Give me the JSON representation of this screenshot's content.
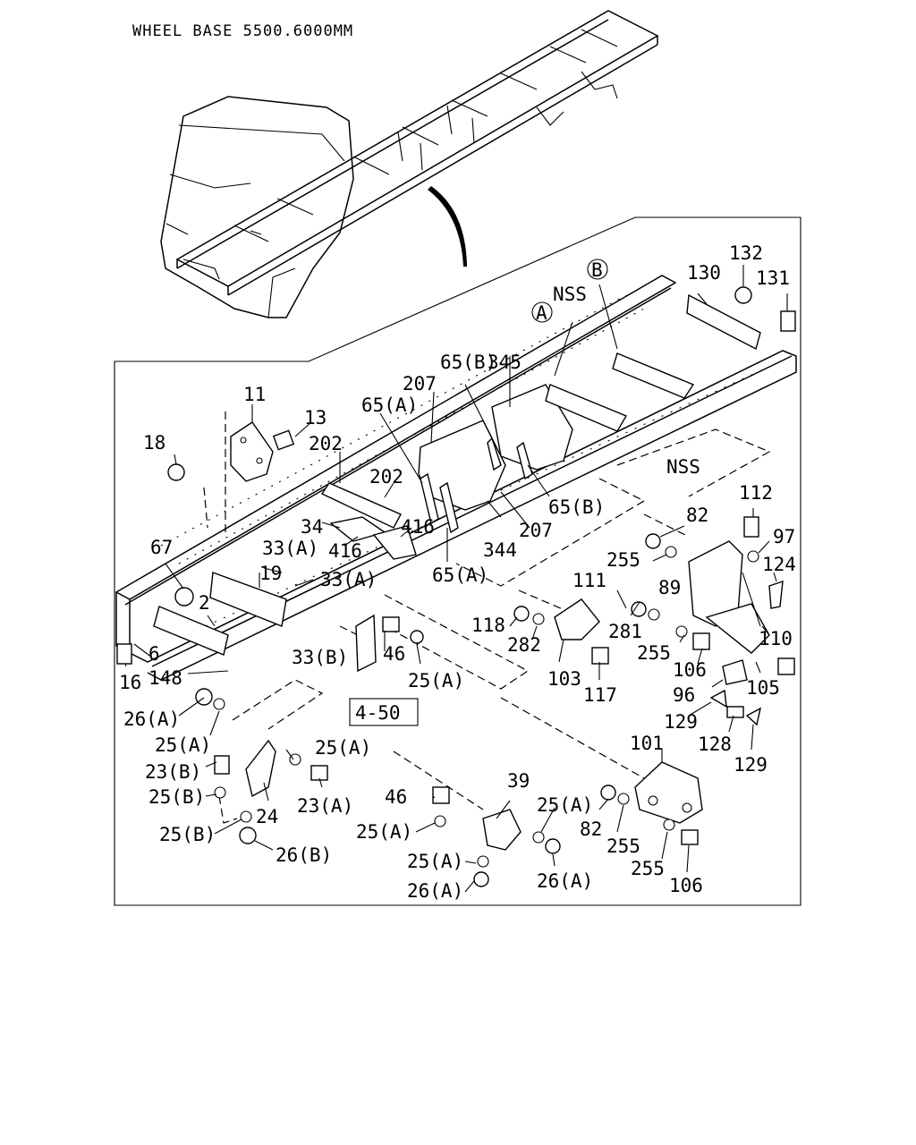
{
  "title": "WHEEL BASE 5500.6000MM",
  "reference_box": "4-50",
  "circle_markers": [
    "A",
    "B"
  ],
  "labels": {
    "l11": "11",
    "l13": "13",
    "l18": "18",
    "l202a": "202",
    "l202b": "202",
    "l207a": "207",
    "l207b": "207",
    "l65Aa": "65(A)",
    "l65Ab": "65(A)",
    "l65Ba": "65(B)",
    "l65Bb": "65(B)",
    "l345": "345",
    "l344": "344",
    "l34": "34",
    "l416a": "416",
    "l416b": "416",
    "lNSS1": "NSS",
    "lNSS2": "NSS",
    "l130": "130",
    "l132": "132",
    "l131": "131",
    "l67": "67",
    "l33Aa": "33(A)",
    "l33Ab": "33(A)",
    "l33B": "33(B)",
    "l19": "19",
    "l2": "2",
    "l6": "6",
    "l16": "16",
    "l148": "148",
    "l46a": "46",
    "l25Aa": "25(A)",
    "l26Aa": "26(A)",
    "l25Ab": "25(A)",
    "l25Ac": "25(A)",
    "l23B": "23(B)",
    "l25Ba": "25(B)",
    "l23A": "23(A)",
    "l24": "24",
    "l25Bb": "25(B)",
    "l26B": "26(B)",
    "l82a": "82",
    "l112": "112",
    "l97": "97",
    "l124": "124",
    "l255a": "255",
    "l111": "111",
    "l89": "89",
    "l118": "118",
    "l282": "282",
    "l281": "281",
    "l255b": "255",
    "l110": "110",
    "l106a": "106",
    "l103": "103",
    "l117": "117",
    "l105": "105",
    "l96": "96",
    "l129a": "129",
    "l128": "128",
    "l129b": "129",
    "l101": "101",
    "l39": "39",
    "l46b": "46",
    "l25Ad": "25(A)",
    "l25Ae": "25(A)",
    "l82b": "82",
    "l255c": "255",
    "l25Af": "25(A)",
    "l255d": "255",
    "l106b": "106",
    "l26Ab": "26(A)",
    "l26Ac": "26(A)"
  }
}
